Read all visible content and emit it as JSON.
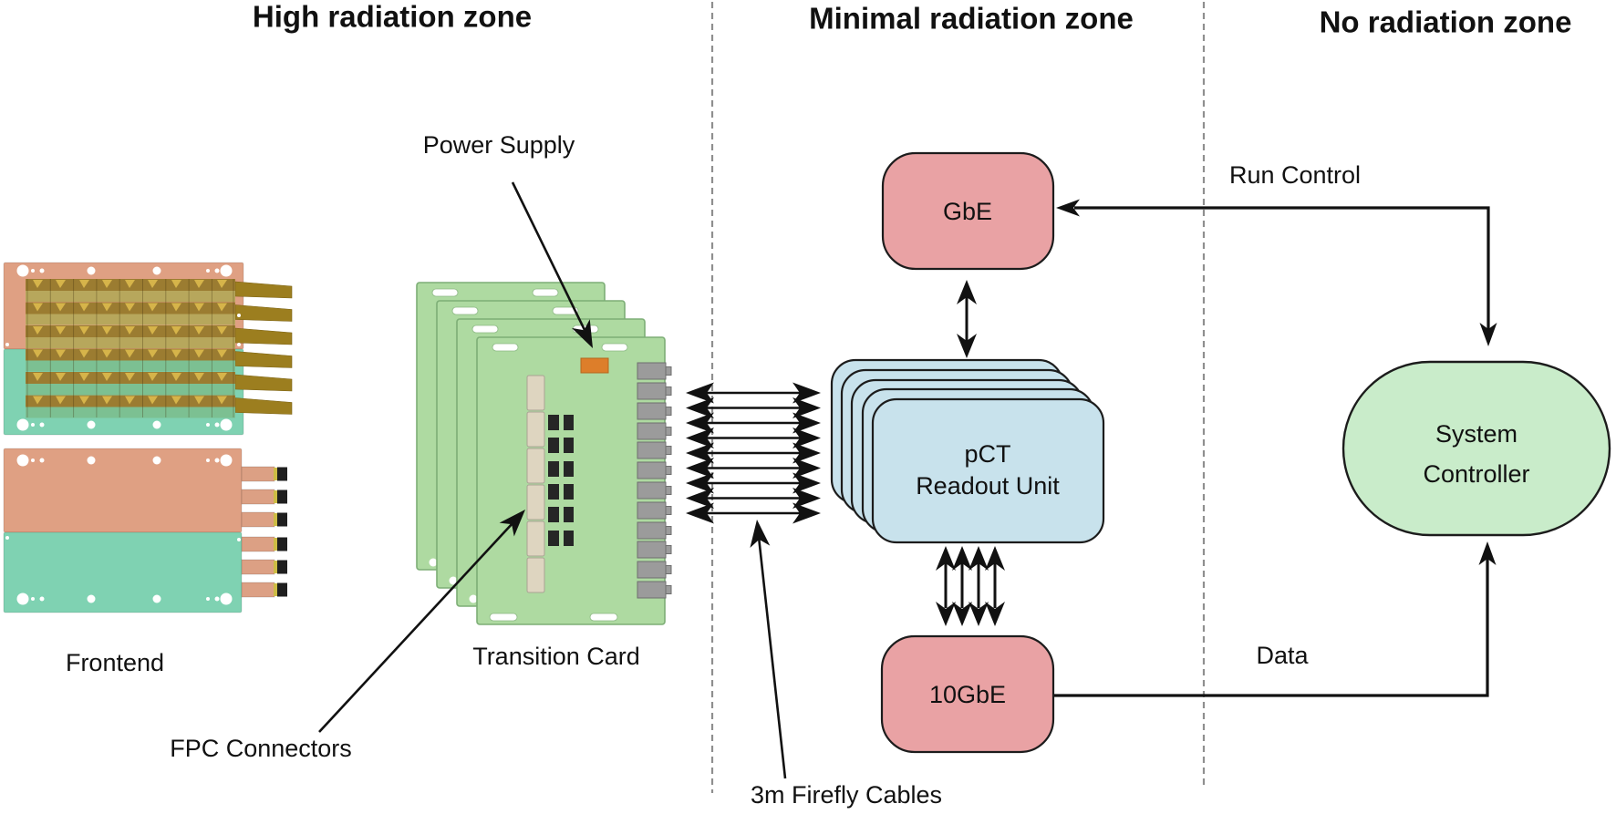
{
  "zones": {
    "high": "High radiation zone",
    "minimal": "Minimal radiation zone",
    "none": "No radiation zone"
  },
  "labels": {
    "power_supply": "Power Supply",
    "frontend": "Frontend",
    "transition_card": "Transition Card",
    "fpc_connectors": "FPC Connectors",
    "firefly_cables": "3m Firefly Cables",
    "run_control": "Run Control",
    "data": "Data"
  },
  "nodes": {
    "gbe": "GbE",
    "ten_gbe": "10GbE",
    "readout_line1": "pCT",
    "readout_line2": "Readout Unit",
    "controller_line1": "System",
    "controller_line2": "Controller"
  },
  "colors": {
    "network_box": "#e9a2a4",
    "readout_box": "#c8e2ec",
    "controller_box": "#c9ecca",
    "transition_card": "#aedaa1",
    "transition_border": "#7dae76",
    "power_chip": "#dd7e2a",
    "fpc_strip": "#ded5c0",
    "board_salmon": "#dfa083",
    "board_teal": "#7fd2b2",
    "chip_dark": "#9b7c31",
    "chip_light_salmon": "#b7a75c",
    "chip_light_teal": "#7cc092",
    "gold_mark": "#d6b44a",
    "flex_brass": "#9c7e1f",
    "tab_salmon": "#dca084",
    "tab_yellow": "#cdbc45",
    "connector_gray": "#9b9b9b",
    "divider_gray": "#8f8f8f",
    "ink": "#111111"
  }
}
